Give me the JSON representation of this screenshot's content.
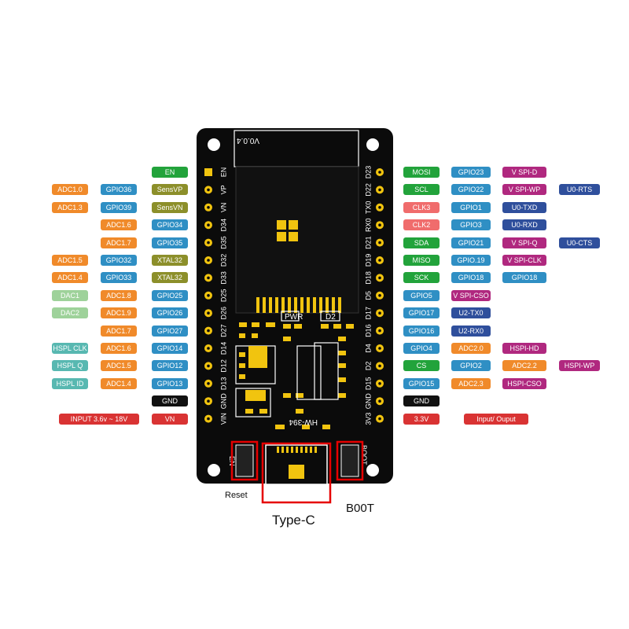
{
  "colors": {
    "board": "#0b0b0b",
    "pad": "#f1c40f",
    "silk": "#ffffff",
    "highlight": "#e60000",
    "categories": {
      "green": "#22a33b",
      "blue": "#2f8fc4",
      "orange": "#f08a2a",
      "olive": "#8c8f2a",
      "light_green": "#9ed29a",
      "teal": "#58b8b1",
      "black": "#111111",
      "red": "#d93333",
      "magenta": "#b0287f",
      "salmon": "#f06c6c",
      "navy": "#2f4f9c"
    }
  },
  "board": {
    "version": "V0.0.4",
    "module_label": "HW-394",
    "left_pin_labels": [
      "EN",
      "VP",
      "VN",
      "D34",
      "D35",
      "D32",
      "D33",
      "D25",
      "D26",
      "D27",
      "D14",
      "D12",
      "D13",
      "GND",
      "VIN"
    ],
    "right_pin_labels": [
      "D23",
      "D22",
      "TX0",
      "RX0",
      "D21",
      "D19",
      "D18",
      "D5",
      "D17",
      "D16",
      "D4",
      "D2",
      "D15",
      "GND",
      "3V3"
    ],
    "pwr_label": "PWR",
    "d2_label": "D2",
    "en_button_label": "EN",
    "boot_button_label": "BOOT"
  },
  "callouts": {
    "reset": "Reset",
    "boot": "B00T",
    "type_c": "Type-C"
  },
  "pins": {
    "left": [
      [],
      [
        {
          "text": "ADC1.0",
          "color": "orange"
        },
        {
          "text": "GPIO36",
          "color": "blue"
        },
        {
          "text": "SensVP",
          "color": "olive"
        }
      ],
      [
        {
          "text": "ADC1.3",
          "color": "orange"
        },
        {
          "text": "GPIO39",
          "color": "blue"
        },
        {
          "text": "SensVN",
          "color": "olive"
        }
      ],
      [
        {
          "text": "ADC1.6",
          "color": "orange"
        },
        {
          "text": "GPIO34",
          "color": "blue"
        }
      ],
      [
        {
          "text": "ADC1.7",
          "color": "orange"
        },
        {
          "text": "GPIO35",
          "color": "blue"
        }
      ],
      [
        {
          "text": "ADC1.5",
          "color": "orange"
        },
        {
          "text": "GPIO32",
          "color": "blue"
        },
        {
          "text": "XTAL32",
          "color": "olive"
        }
      ],
      [
        {
          "text": "ADC1.4",
          "color": "orange"
        },
        {
          "text": "GPIO33",
          "color": "blue"
        },
        {
          "text": "XTAL32",
          "color": "olive"
        }
      ],
      [
        {
          "text": "DAC1",
          "color": "light_green"
        },
        {
          "text": "ADC1.8",
          "color": "orange"
        },
        {
          "text": "GPIO25",
          "color": "blue"
        }
      ],
      [
        {
          "text": "DAC2",
          "color": "light_green"
        },
        {
          "text": "ADC1.9",
          "color": "orange"
        },
        {
          "text": "GPIO26",
          "color": "blue"
        }
      ],
      [
        {
          "text": "ADC1.7",
          "color": "orange"
        },
        {
          "text": "GPIO27",
          "color": "blue"
        }
      ],
      [
        {
          "text": "HSPL CLK",
          "color": "teal"
        },
        {
          "text": "ADC1.6",
          "color": "orange"
        },
        {
          "text": "GPIO14",
          "color": "blue"
        }
      ],
      [
        {
          "text": "HSPL Q",
          "color": "teal"
        },
        {
          "text": "ADC1.5",
          "color": "orange"
        },
        {
          "text": "GPIO12",
          "color": "blue"
        }
      ],
      [
        {
          "text": "HSPL ID",
          "color": "teal"
        },
        {
          "text": "ADC1.4",
          "color": "orange"
        },
        {
          "text": "GPIO13",
          "color": "blue"
        }
      ],
      [
        {
          "text": "GND",
          "color": "black"
        }
      ],
      [
        {
          "text": "INPUT  3.6v ~ 18V",
          "color": "red"
        },
        {
          "text": "VN",
          "color": "red"
        }
      ]
    ],
    "left_top_extra": {
      "text": "EN",
      "color": "green"
    },
    "right": [
      [
        {
          "text": "MOSI",
          "color": "green"
        },
        {
          "text": "GPIO23",
          "color": "blue"
        },
        {
          "text": "V SPI-D",
          "color": "magenta"
        }
      ],
      [
        {
          "text": "SCL",
          "color": "green"
        },
        {
          "text": "GPIO22",
          "color": "blue"
        },
        {
          "text": "V SPI-WP",
          "color": "magenta"
        },
        {
          "text": "U0-RTS",
          "color": "navy"
        }
      ],
      [
        {
          "text": "CLK3",
          "color": "salmon"
        },
        {
          "text": "GPIO1",
          "color": "blue"
        },
        {
          "text": "U0-TXD",
          "color": "navy"
        }
      ],
      [
        {
          "text": "CLK2",
          "color": "salmon"
        },
        {
          "text": "GPIO3",
          "color": "blue"
        },
        {
          "text": "U0-RXD",
          "color": "navy"
        }
      ],
      [
        {
          "text": "SDA",
          "color": "green"
        },
        {
          "text": "GPIO21",
          "color": "blue"
        },
        {
          "text": "V SPI-Q",
          "color": "magenta"
        },
        {
          "text": "U0-CTS",
          "color": "navy"
        }
      ],
      [
        {
          "text": "MISO",
          "color": "green"
        },
        {
          "text": "GPIO.19",
          "color": "blue"
        },
        {
          "text": "V SPI-CLK",
          "color": "magenta"
        }
      ],
      [
        {
          "text": "SCK",
          "color": "green"
        },
        {
          "text": "GPIO18",
          "color": "blue"
        },
        {
          "text": "GPIO18",
          "color": "blue"
        }
      ],
      [
        {
          "text": "GPIO5",
          "color": "blue"
        },
        {
          "text": "V SPI-CSO",
          "color": "magenta"
        }
      ],
      [
        {
          "text": "GPIO17",
          "color": "blue"
        },
        {
          "text": "U2-TX0",
          "color": "navy"
        }
      ],
      [
        {
          "text": "GPIO16",
          "color": "blue"
        },
        {
          "text": "U2-RX0",
          "color": "navy"
        }
      ],
      [
        {
          "text": "GPIO4",
          "color": "blue"
        },
        {
          "text": "ADC2.0",
          "color": "orange"
        },
        {
          "text": "HSPI-HD",
          "color": "magenta"
        }
      ],
      [
        {
          "text": "CS",
          "color": "green"
        },
        {
          "text": "GPIO2",
          "color": "blue"
        },
        {
          "text": "ADC2.2",
          "color": "orange"
        },
        {
          "text": "HSPI-WP",
          "color": "magenta"
        }
      ],
      [
        {
          "text": "GPIO15",
          "color": "blue"
        },
        {
          "text": "ADC2.3",
          "color": "orange"
        },
        {
          "text": "HSPI-CSO",
          "color": "magenta"
        }
      ],
      [
        {
          "text": "GND",
          "color": "black"
        }
      ],
      [
        {
          "text": "3.3V",
          "color": "red"
        },
        {
          "text": "Input/ Ouput",
          "color": "red"
        }
      ]
    ]
  }
}
